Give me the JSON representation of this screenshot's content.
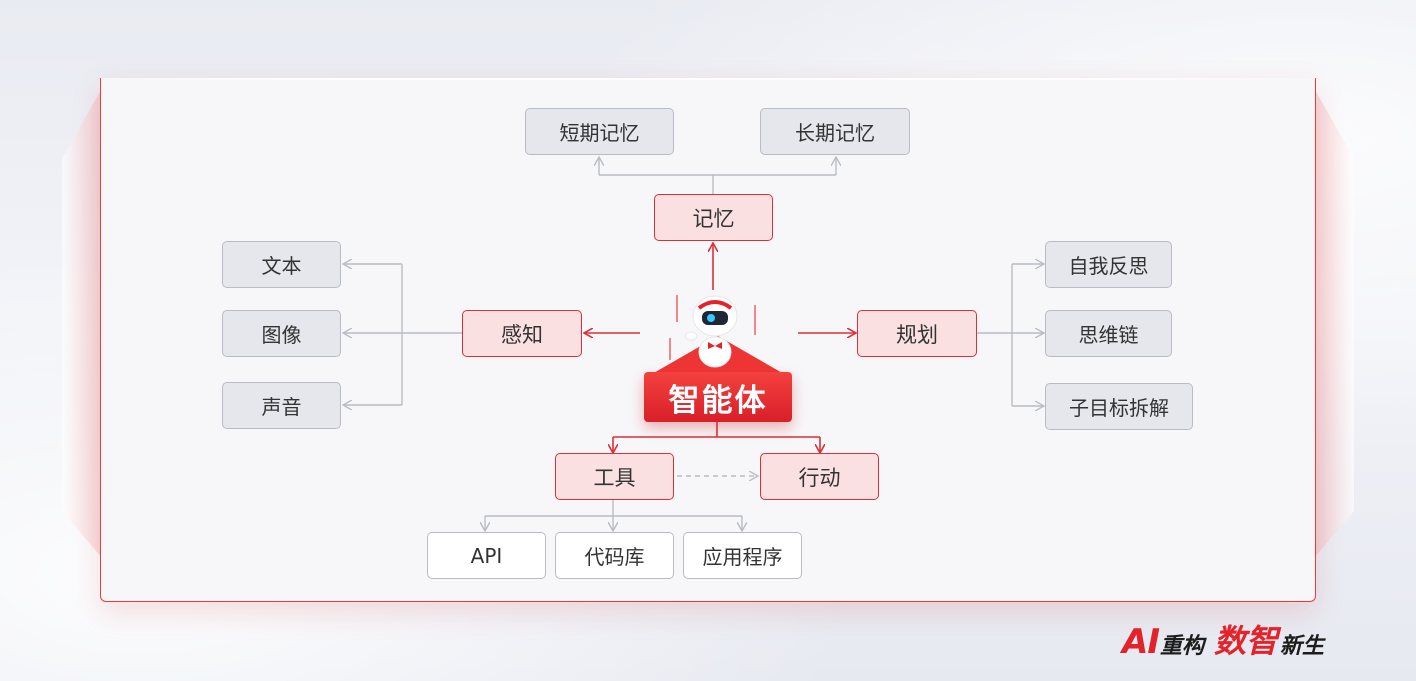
{
  "diagram": {
    "center": "智能体",
    "memory": {
      "label": "记忆",
      "children": [
        "短期记忆",
        "长期记忆"
      ]
    },
    "perception": {
      "label": "感知",
      "children": [
        "文本",
        "图像",
        "声音"
      ]
    },
    "planning": {
      "label": "规划",
      "children": [
        "自我反思",
        "思维链",
        "子目标拆解"
      ]
    },
    "tools": {
      "label": "工具",
      "children": [
        "API",
        "代码库",
        "应用程序"
      ]
    },
    "action": {
      "label": "行动"
    }
  },
  "brand": {
    "ai": "AI",
    "part1": "重构",
    "part2": "数智",
    "part3": "新生"
  },
  "colors": {
    "accent": "#e4222a",
    "node_red_bg": "#fbe0e2",
    "node_gray_bg": "#e6e7ec",
    "line_gray": "#b9bcc5"
  }
}
